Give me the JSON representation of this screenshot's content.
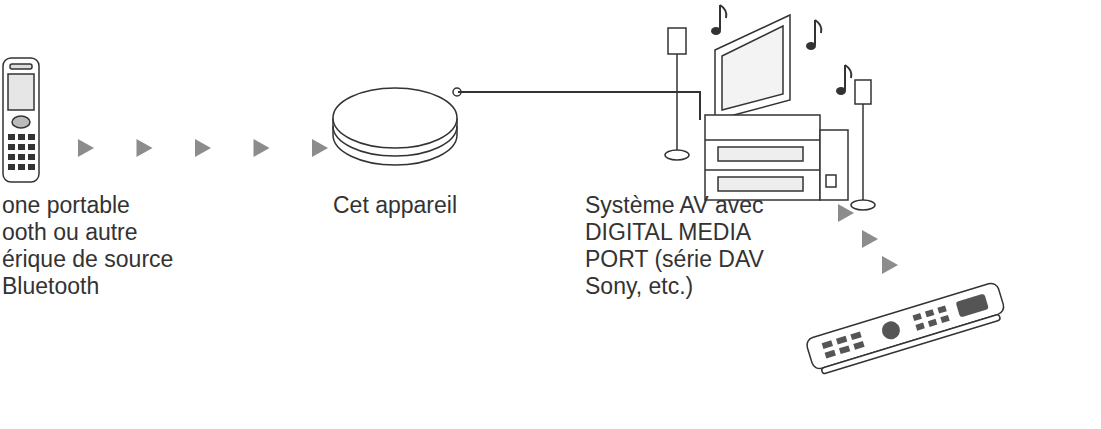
{
  "diagram": {
    "nodes": [
      {
        "text": [
          "one portable ooth ou autre érique de source Bluetooth"
        ]
      },
      {
        "text": [
          "Cet appareil"
        ]
      },
      {
        "text": [
          "Système AV avec DIGITAL MEDIA PORT (série DAV Sony, etc.)"
        ]
      }
    ],
    "edges": [
      {
        "from": 0,
        "to": 1,
        "arrow": "to"
      },
      {
        "from": 1,
        "to": 2,
        "arrow": "none"
      }
    ]
  }
}
